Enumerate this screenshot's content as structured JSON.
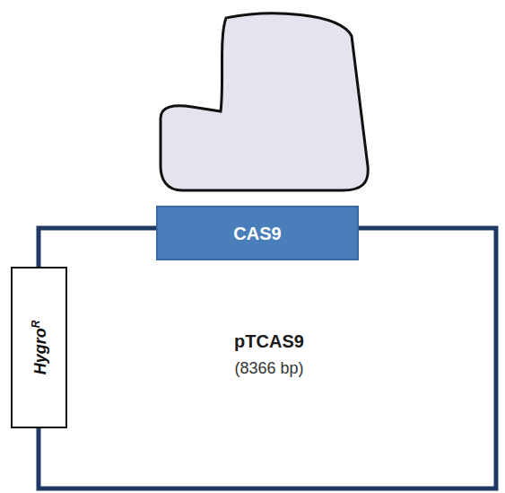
{
  "diagram": {
    "nodes": [
      {
        "text": [
          "CAS9"
        ]
      },
      {
        "text": [
          "HygroR"
        ]
      },
      {
        "text": [
          "pTCAS9",
          "(8366 bp)"
        ]
      }
    ]
  }
}
